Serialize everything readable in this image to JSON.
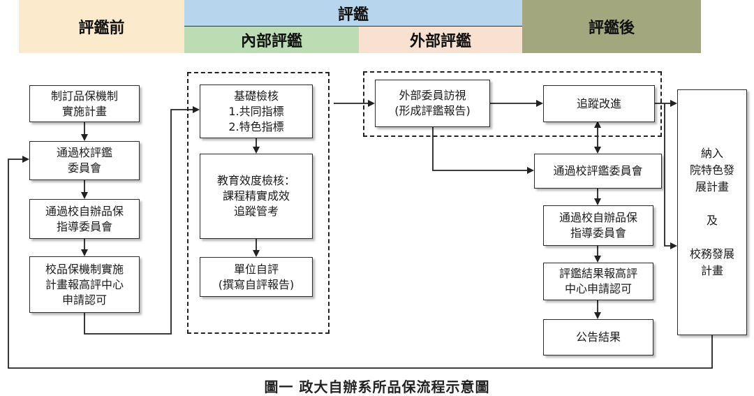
{
  "header": {
    "pre": "評鑑前",
    "main": "評鑑",
    "internal": "內部評鑑",
    "external": "外部評鑑",
    "post": "評鑑後"
  },
  "colors": {
    "pre": "#fbeacb",
    "main": "#b7d6ee",
    "internal": "#bcdcb4",
    "external": "#f8e1d0",
    "post": "#a2a77d"
  },
  "nodes": {
    "n1": "制訂品保機制\n實施計畫",
    "n2": "通過校評鑑\n委員會",
    "n3": "通過校自辦品保\n指導委員會",
    "n4": "校品保機制實施\n計畫報高評中心\n申請認可",
    "m1": "基礎檢核\n1.共同指標\n2.特色指標",
    "m2": "教育效度檢核：\n課程精實成效\n追蹤管考",
    "m3": "單位自評\n(撰寫自評報告)",
    "e1": "外部委員訪視\n(形成評鑑報告)",
    "e2": "追蹤改進",
    "p1": "通過校評鑑委員會",
    "p2": "通過校自辦品保\n指導委員會",
    "p3": "評鑑結果報高評\n中心申請認可",
    "p4": "公告結果",
    "r1": "納入\n院特色發\n展計畫\n\n及\n\n校務發展\n計畫"
  },
  "caption": "圖一  政大自辦系所品保流程示意圖"
}
